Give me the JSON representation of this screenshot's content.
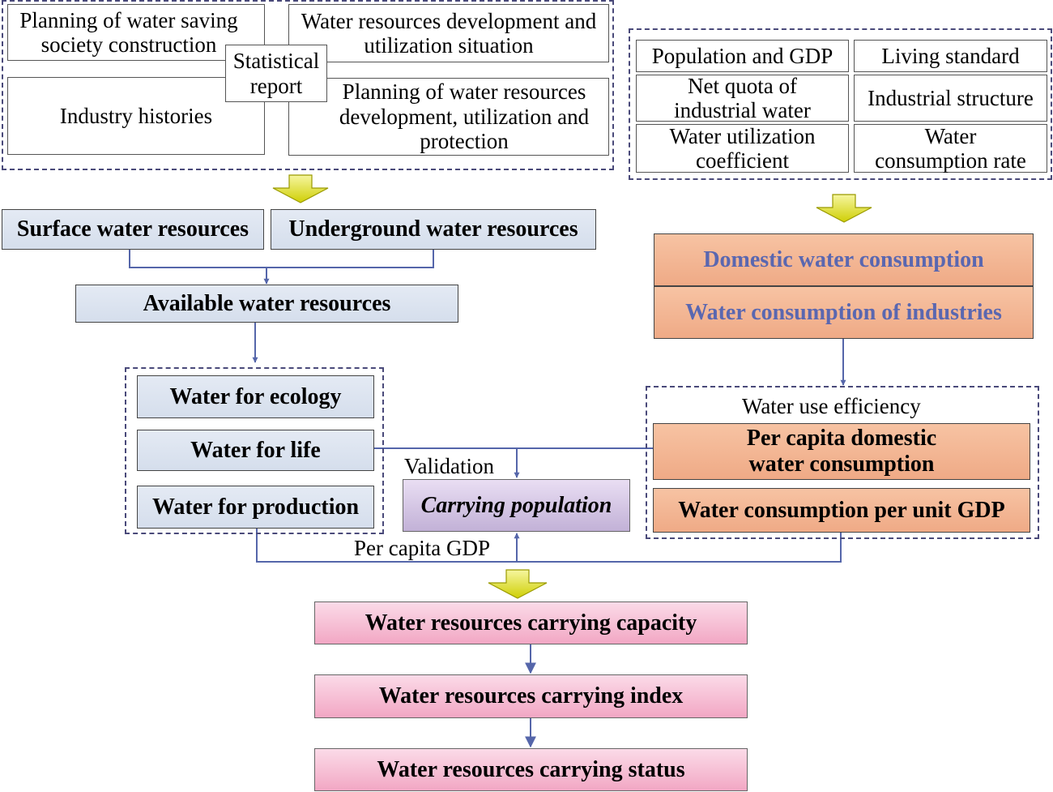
{
  "sources": {
    "planning_saving": "Planning of water saving society construction",
    "dev_utilization": "Water resources development and utilization situation",
    "statistical": "Statistical report",
    "histories": "Industry histories",
    "planning_protection": "Planning of water resources development, utilization and protection"
  },
  "indicators": {
    "population_gdp": "Population and GDP",
    "living_standard": "Living standard",
    "net_quota": "Net quota of industrial water",
    "industrial_structure": "Industrial structure",
    "utilization_coefficient": "Water utilization coefficient",
    "consumption_rate": "Water consumption rate"
  },
  "water": {
    "surface": "Surface water resources",
    "underground": "Underground water resources",
    "available": "Available water resources",
    "ecology": "Water for ecology",
    "life": "Water for life",
    "production": "Water for production"
  },
  "consumption": {
    "domestic": "Domestic water consumption",
    "industries": "Water consumption of industries"
  },
  "efficiency": {
    "title": "Water use efficiency",
    "per_capita": "Per capita domestic water consumption",
    "per_gdp": "Water consumption per unit GDP"
  },
  "labels": {
    "validation": "Validation",
    "per_capita_gdp": "Per capita GDP"
  },
  "center": {
    "carrying_population": "Carrying population"
  },
  "results": {
    "capacity": "Water resources carrying capacity",
    "index": "Water resources carrying index",
    "status": "Water resources carrying status"
  },
  "colors": {
    "connector": "#5566aa",
    "arrow_fill": "#dede10",
    "blue_box": "#dae2ef",
    "salmon_box": "#f4b898",
    "salmon_text": "#5a67b0",
    "pink_box": "#f6c2d6",
    "lavender_box": "#cfc0e2",
    "dashed_border": "#4a4a7a"
  }
}
